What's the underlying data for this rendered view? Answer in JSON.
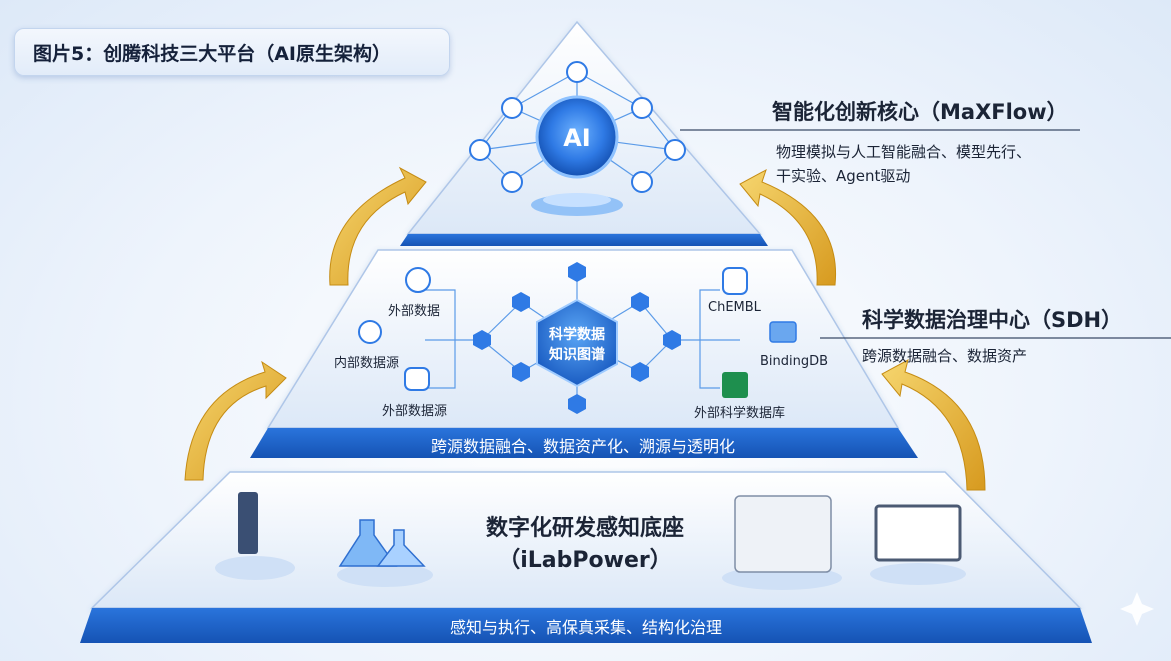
{
  "figure_title": "图片5：创腾科技三大平台（AI原生架构）",
  "top_layer": {
    "badge": "AI",
    "title": "智能化创新核心（MaXFlow）",
    "desc_line1": "物理模拟与人工智能融合、模型先行、",
    "desc_line2": "干实验、Agent驱动"
  },
  "middle_layer": {
    "title": "科学数据治理中心（SDH）",
    "desc": "跨源数据融合、数据资产",
    "hub_line1": "科学数据",
    "hub_line2": "知识图谱",
    "sources_left": [
      "外部数据",
      "内部数据源",
      "外部数据源"
    ],
    "sources_right": [
      "ChEMBL",
      "BindingDB",
      "外部科学数据库"
    ],
    "band_text": "跨源数据融合、数据资产化、溯源与透明化"
  },
  "bottom_layer": {
    "title_line1": "数字化研发感知底座",
    "title_line2": "（iLabPower）",
    "band_text": "感知与执行、高保真采集、结构化治理"
  },
  "colors": {
    "band_blue": "#1f63c9",
    "accent_blue": "#2f7ae5",
    "arrow_gold": "#e7b437",
    "text_dark": "#1b2436"
  }
}
